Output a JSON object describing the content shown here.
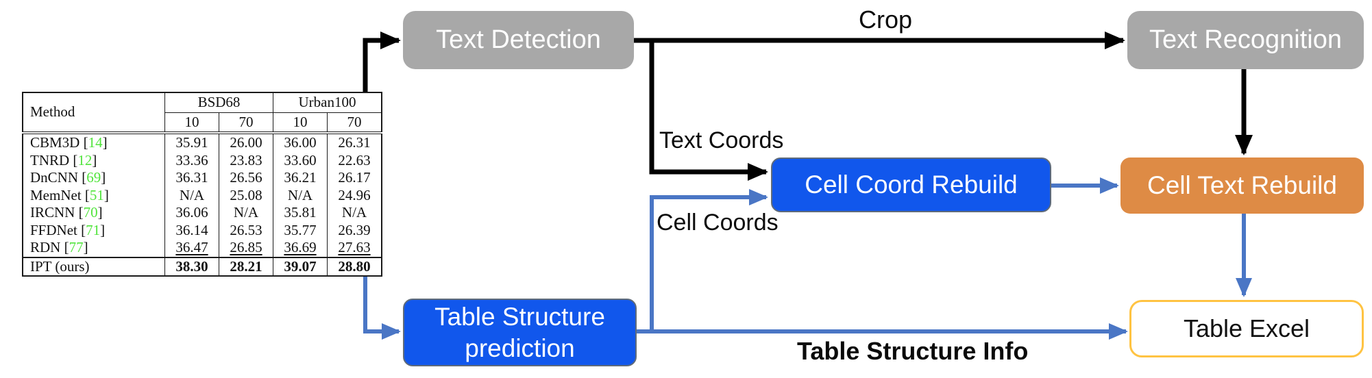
{
  "colors": {
    "box_gray": "#a8a8a8",
    "box_blue": "#1157ec",
    "box_orange": "#de8b45",
    "excel_border": "#ffc342",
    "arrow_blue": "#4a76c5",
    "arrow_black": "#000000",
    "citation_green": "#50e43b"
  },
  "nodes": {
    "text_detection": "Text Detection",
    "text_recognition": "Text Recognition",
    "cell_coord_rebuild": "Cell Coord Rebuild",
    "cell_text_rebuild": "Cell Text Rebuild",
    "table_structure_prediction": "Table Structure prediction",
    "table_excel": "Table Excel"
  },
  "edge_labels": {
    "crop": "Crop",
    "text_coords": "Text Coords",
    "cell_coords": "Cell Coords",
    "table_structure_info": "Table Structure Info"
  },
  "table": {
    "col_method": "Method",
    "group_headers": [
      "BSD68",
      "Urban100"
    ],
    "sub_headers": [
      "10",
      "70",
      "10",
      "70"
    ],
    "rows": [
      {
        "prefix": "CBM3D [",
        "cite": "14",
        "suffix": "]",
        "values": [
          "35.91",
          "26.00",
          "36.00",
          "26.31"
        ]
      },
      {
        "prefix": "TNRD [",
        "cite": "12",
        "suffix": "]",
        "values": [
          "33.36",
          "23.83",
          "33.60",
          "22.63"
        ]
      },
      {
        "prefix": "DnCNN [",
        "cite": "69",
        "suffix": "]",
        "values": [
          "36.31",
          "26.56",
          "36.21",
          "26.17"
        ]
      },
      {
        "prefix": "MemNet [",
        "cite": "51",
        "suffix": "]",
        "values": [
          "N/A",
          "25.08",
          "N/A",
          "24.96"
        ]
      },
      {
        "prefix": "IRCNN [",
        "cite": "70",
        "suffix": "]",
        "values": [
          "36.06",
          "N/A",
          "35.81",
          "N/A"
        ]
      },
      {
        "prefix": "FFDNet [",
        "cite": "71",
        "suffix": "]",
        "values": [
          "36.14",
          "26.53",
          "35.77",
          "26.39"
        ]
      },
      {
        "prefix": "RDN [",
        "cite": "77",
        "suffix": "]",
        "values": [
          "36.47",
          "26.85",
          "36.69",
          "27.63"
        ]
      },
      {
        "prefix": "IPT (ours)",
        "cite": "",
        "suffix": "",
        "values": [
          "38.30",
          "28.21",
          "39.07",
          "28.80"
        ]
      }
    ]
  }
}
